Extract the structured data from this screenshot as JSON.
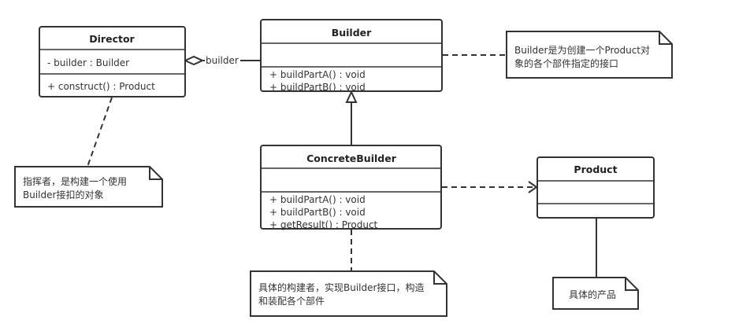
{
  "classes": {
    "director": {
      "name": "Director",
      "attributes": [
        "- builder : Builder"
      ],
      "methods": [
        "+ construct()  : Product"
      ]
    },
    "builder": {
      "name": "Builder",
      "attributes": [],
      "methods": [
        "+ buildPartA() : void",
        "+ buildPartB() : void"
      ]
    },
    "concrete_builder": {
      "name": "ConcreteBuilder",
      "attributes": [],
      "methods": [
        "+ buildPartA() : void",
        "+ buildPartB() : void",
        "+ getResult() : Product"
      ]
    },
    "product": {
      "name": "Product",
      "attributes": [],
      "methods": []
    }
  },
  "relations": {
    "aggregation_label": "builder"
  },
  "notes": {
    "director": [
      "指挥者，是构建一个使用",
      "Builder接扣的对象"
    ],
    "builder": [
      "Builder是为创建一个Product对",
      "象的各个部件指定的接口"
    ],
    "concrete_builder": [
      "具体的构建者，实现Builder接口，构造",
      "和装配各个部件"
    ],
    "product": [
      "具体的产品"
    ]
  }
}
